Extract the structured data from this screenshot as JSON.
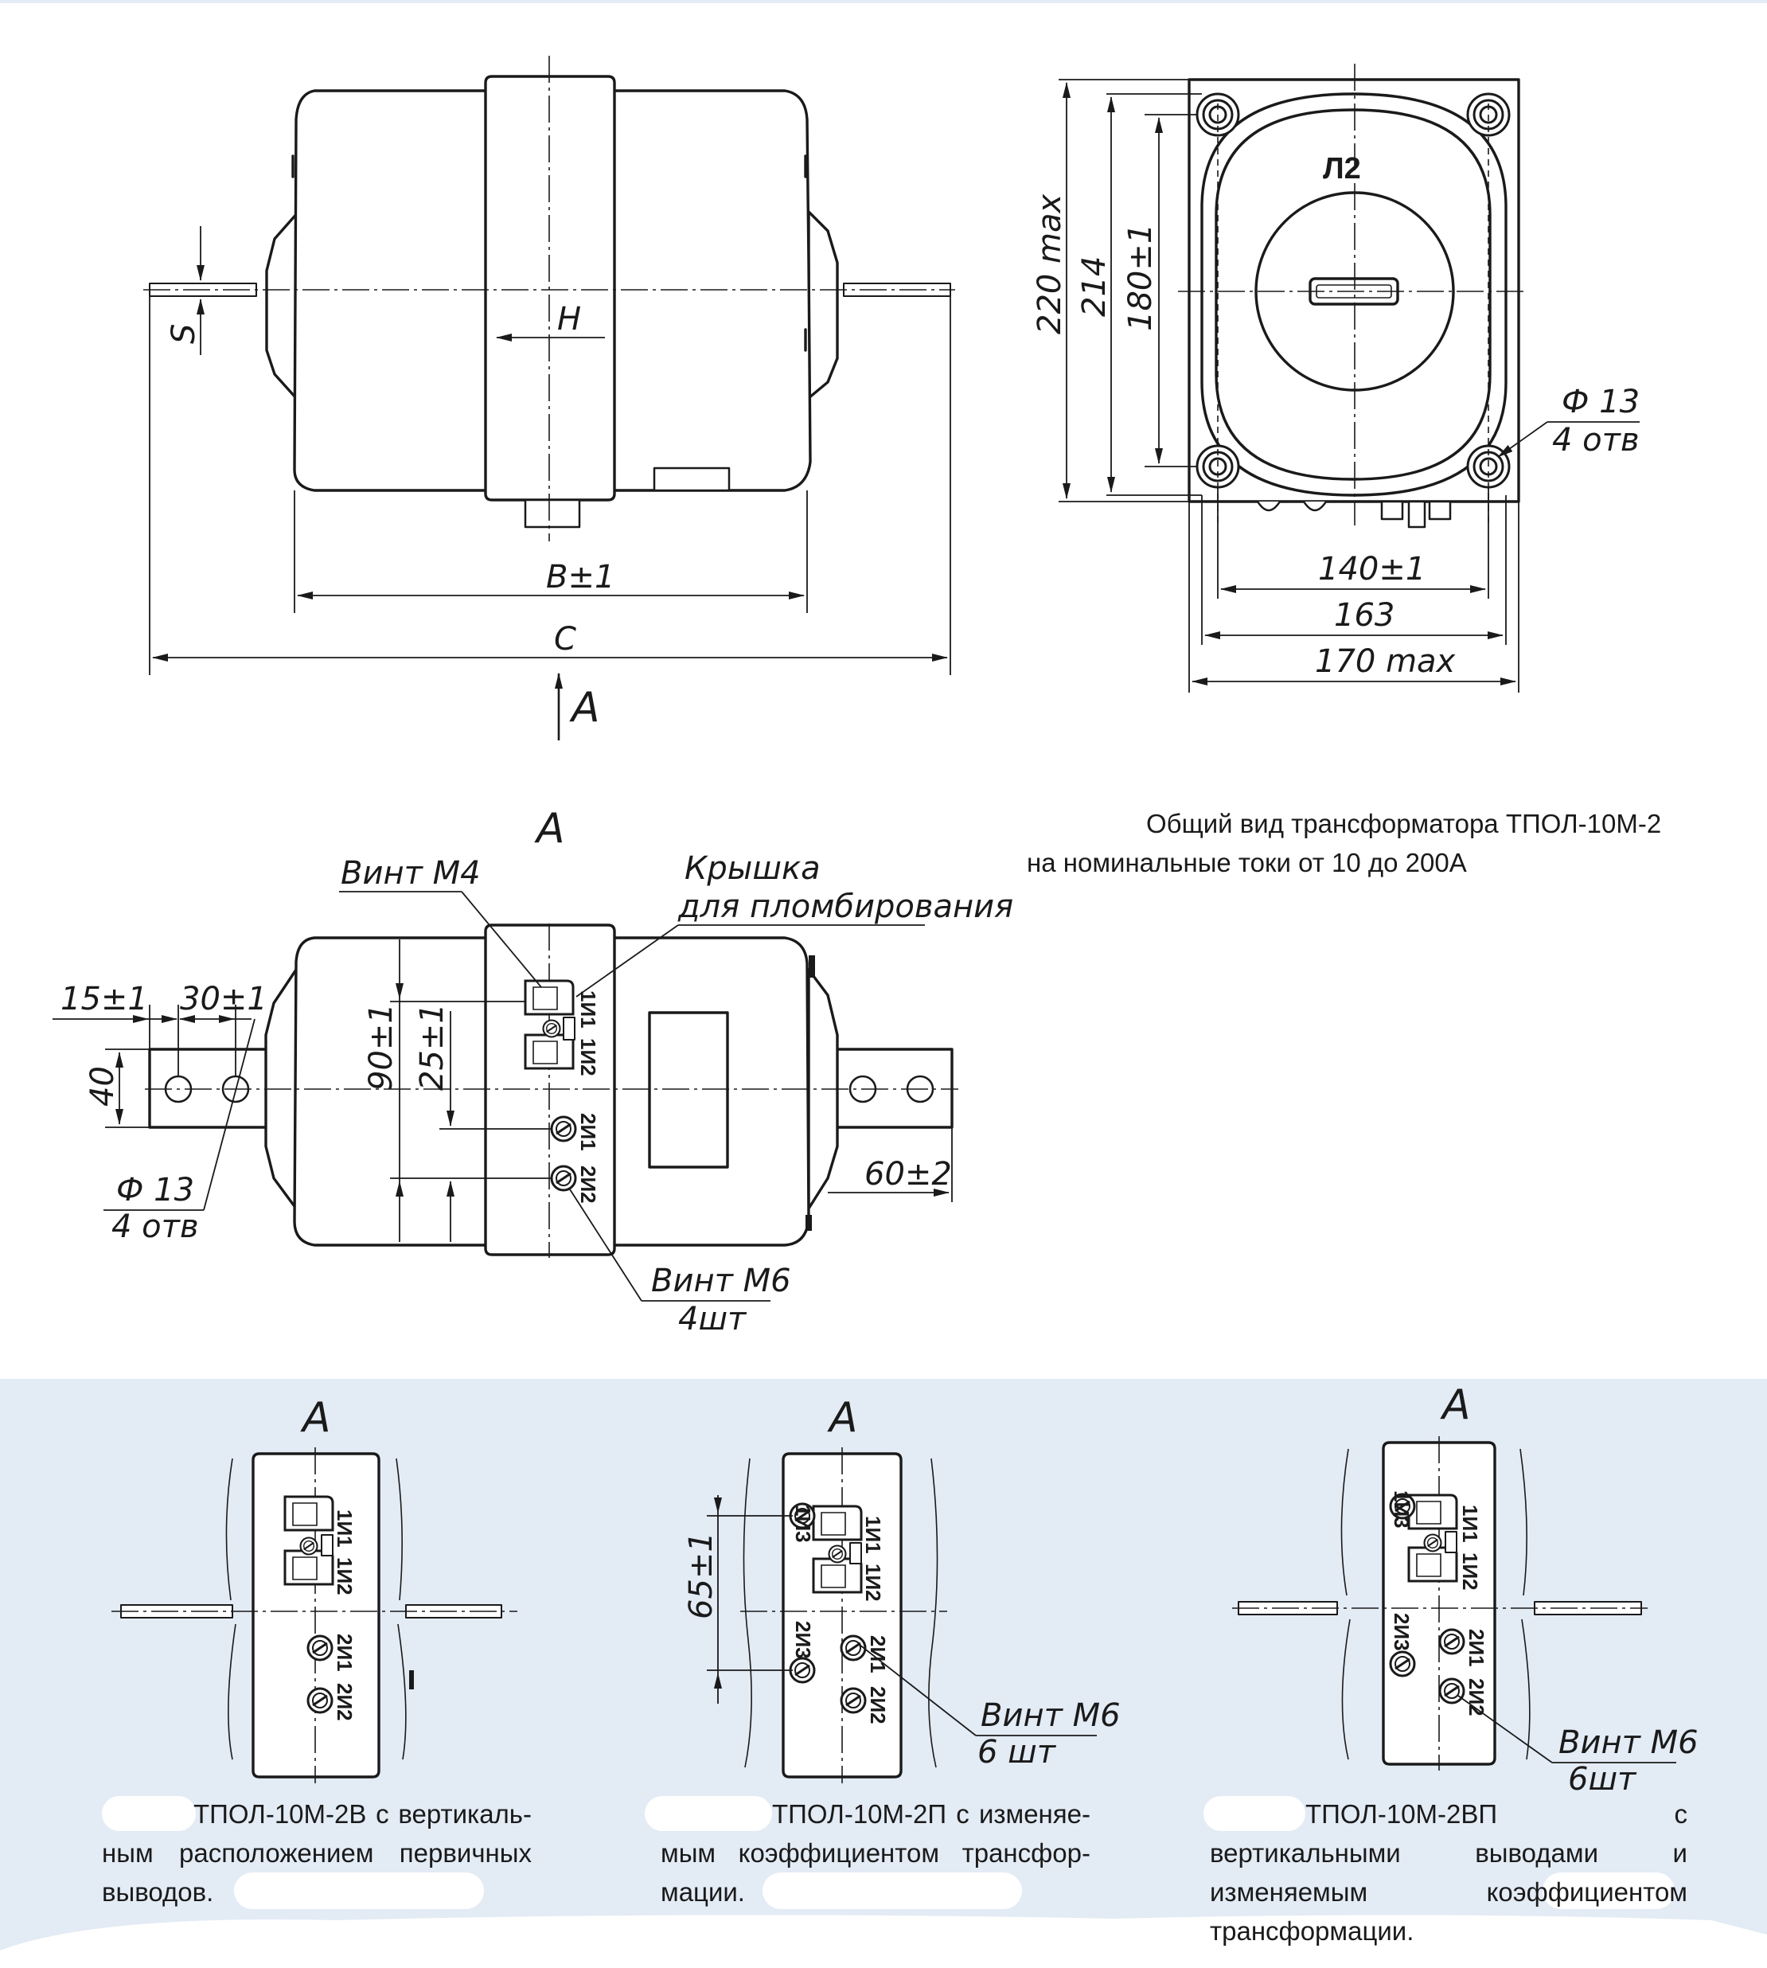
{
  "colors": {
    "line": "#1a1a1a",
    "panel": "#e3ebf5",
    "paper": "#ffffff"
  },
  "top_view": {
    "dim_s": "S",
    "dim_h": "H",
    "dim_b": "B±1",
    "dim_c": "C",
    "view_arrow_label": "A"
  },
  "side_view": {
    "marking": "Л2",
    "dim_220": "220 max",
    "dim_214": "214",
    "dim_180": "180±1",
    "dim_140": "140±1",
    "dim_163": "163",
    "dim_170": "170 max",
    "hole_dia": "Ф 13",
    "hole_count": "4 отв"
  },
  "view_a": {
    "title": "A",
    "screw_m4": "Винт М4",
    "cover_line1": "Крышка",
    "cover_line2": "для пломбирования",
    "dim_15": "15±1",
    "dim_30": "30±1",
    "dim_40": "40",
    "dim_90": "90±1",
    "dim_25": "25±1",
    "dim_60": "60±2",
    "hole_dia": "Ф 13",
    "hole_count": "4 отв",
    "screw_m6": "Винт М6",
    "screw_m6_count": "4шт",
    "terminals": [
      "1И1",
      "1И2",
      "2И1",
      "2И2"
    ]
  },
  "main_caption": {
    "line1": "Общий вид трансформатора ТПОЛ-10М-2",
    "line2": "на номинальные токи от 10 до 200А"
  },
  "variants": [
    {
      "title": "A",
      "caption": "ТПОЛ-10М-2В с вертикаль­ным расположением первичных выводов.",
      "terminals": [
        "1И1",
        "1И2",
        "2И1",
        "2И2"
      ]
    },
    {
      "title": "A",
      "caption": "ТПОЛ-10М-2П с изменяе­мым коэффициентом трансфор­мации.",
      "dim_65": "65±1",
      "screw": "Винт М6",
      "screw_count": "6 шт",
      "terminals": [
        "1И1",
        "1И2",
        "1И3",
        "2И1",
        "2И2",
        "2И3"
      ]
    },
    {
      "title": "A",
      "caption": "ТПОЛ-10М-2ВП с вертикальны­ми выводами и изменяемым коэффи­циентом трансформации.",
      "screw": "Винт М6",
      "screw_count": "6шт",
      "terminals": [
        "1И1",
        "1И2",
        "1И3",
        "2И1",
        "2И2",
        "2И3"
      ]
    }
  ]
}
